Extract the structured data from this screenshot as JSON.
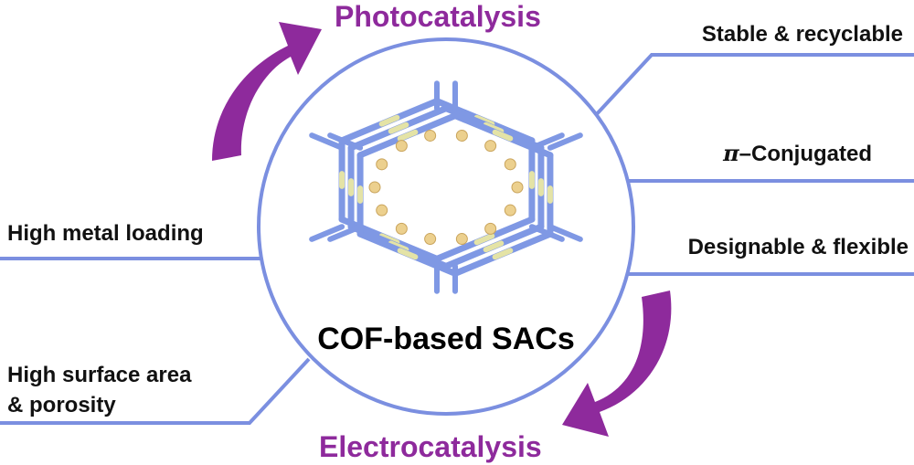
{
  "colors": {
    "accent_purple": "#8e2a9c",
    "line_blue": "#7b8fe0",
    "framework_blue": "#7f98e4",
    "linker_yellow": "#e4e3a6",
    "atom_gold": "#ecd08e"
  },
  "top_title": "Photocatalysis",
  "bottom_title": "Electrocatalysis",
  "center_label": "COF-based SACs",
  "left_features": [
    {
      "text": "High metal loading"
    },
    {
      "text": "High surface area\n& porosity"
    }
  ],
  "right_features": [
    {
      "text": "Stable & recyclable"
    },
    {
      "symbol": "π",
      "text": "–Conjugated"
    },
    {
      "text": "Designable & flexible"
    }
  ],
  "icons": {
    "top_arrow": "curved-arrow-icon",
    "bottom_arrow": "curved-arrow-icon",
    "framework": "cof-hexagon-icon"
  }
}
